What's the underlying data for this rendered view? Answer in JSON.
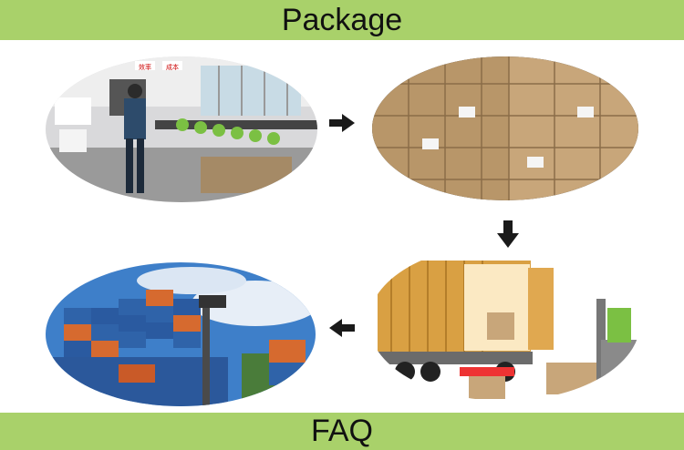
{
  "header": {
    "title": "Package"
  },
  "footer": {
    "title": "FAQ"
  },
  "photos": [
    {
      "name": "factory-production-line",
      "signs": [
        "效率",
        "成本"
      ]
    },
    {
      "name": "warehouse-cartons"
    },
    {
      "name": "truck-loading"
    },
    {
      "name": "container-yard"
    }
  ],
  "arrows": [
    "right",
    "down",
    "left"
  ],
  "colors": {
    "banner": "#a9d16a",
    "arrow": "#1a1a1a"
  }
}
